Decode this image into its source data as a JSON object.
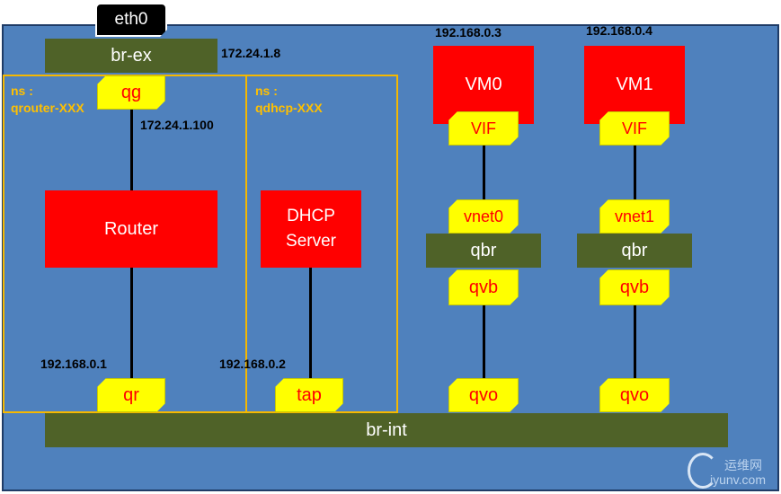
{
  "interfaces": {
    "eth0": "eth0",
    "br_ex": "br-ex",
    "br_int": "br-int"
  },
  "namespaces": {
    "router": {
      "label": "ns :",
      "name": "qrouter-XXX",
      "node": "Router",
      "port_ext": "qg",
      "port_int": "qr",
      "ext_ip": "172.24.1.100",
      "int_ip": "192.168.0.1"
    },
    "dhcp": {
      "label": "ns :",
      "name": "qdhcp-XXX",
      "node_line1": "DHCP",
      "node_line2": "Server",
      "port": "tap",
      "ip": "192.168.0.2"
    }
  },
  "br_ex_ip": "172.24.1.8",
  "vms": [
    {
      "name": "VM0",
      "ip": "192.168.0.3",
      "vif": "VIF",
      "vnet": "vnet0",
      "qbr": "qbr",
      "qvb": "qvb",
      "qvo": "qvo"
    },
    {
      "name": "VM1",
      "ip": "192.168.0.4",
      "vif": "VIF",
      "vnet": "vnet1",
      "qbr": "qbr",
      "qvb": "qvb",
      "qvo": "qvo"
    }
  ],
  "watermark": {
    "line1": "运维网",
    "line2": "iyunv.com"
  },
  "colors": {
    "host_bg": "#4f81bd",
    "bridge": "#4f6228",
    "node": "#ff0000",
    "port": "#ffff00",
    "namespace": "#ffc000"
  }
}
